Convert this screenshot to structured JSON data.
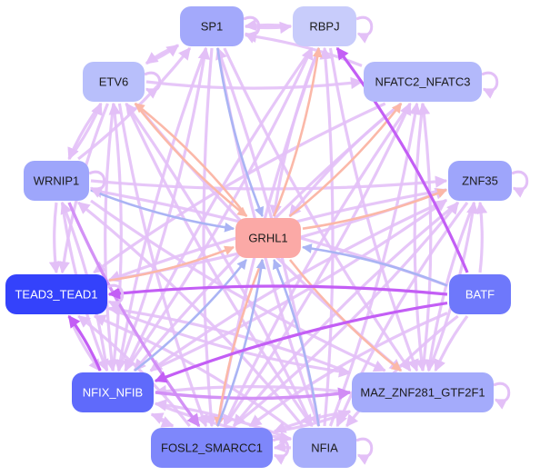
{
  "diagram": {
    "type": "regulatory-network",
    "colors": {
      "edge_light": "#e3c0f7",
      "edge_mid": "#d18cf5",
      "edge_strong": "#c35ef5",
      "edge_blue": "#aab4f4",
      "edge_salmon": "#fbb8a8"
    },
    "nodes": [
      {
        "id": "SP1",
        "label": "SP1",
        "fill": "#a3a9fb",
        "text_color": "#1b1b1b"
      },
      {
        "id": "RBPJ",
        "label": "RBPJ",
        "fill": "#c8ccfb",
        "text_color": "#1b1b1b"
      },
      {
        "id": "ETV6",
        "label": "ETV6",
        "fill": "#b8bffb",
        "text_color": "#1b1b1b"
      },
      {
        "id": "NFATC2_NFATC3",
        "label": "NFATC2_NFATC3",
        "fill": "#b3b9fb",
        "text_color": "#1b1b1b"
      },
      {
        "id": "WRNIP1",
        "label": "WRNIP1",
        "fill": "#9ea6fb",
        "text_color": "#1b1b1b"
      },
      {
        "id": "ZNF35",
        "label": "ZNF35",
        "fill": "#9ea5fb",
        "text_color": "#1b1b1b"
      },
      {
        "id": "GRHL1",
        "label": "GRHL1",
        "fill": "#fba9a6",
        "text_color": "#1b1b1b"
      },
      {
        "id": "TEAD3_TEAD1",
        "label": "TEAD3_TEAD1",
        "fill": "#3442fb",
        "text_color": "#ffffff"
      },
      {
        "id": "BATF",
        "label": "BATF",
        "fill": "#6e78fb",
        "text_color": "#ffffff"
      },
      {
        "id": "NFIX_NFIB",
        "label": "NFIX_NFIB",
        "fill": "#5f6afb",
        "text_color": "#ffffff"
      },
      {
        "id": "MAZ_ZNF281_GTF2F1",
        "label": "MAZ_ZNF281_GTF2F1",
        "fill": "#a4abfb",
        "text_color": "#1b1b1b"
      },
      {
        "id": "FOSL2_SMARCC1",
        "label": "FOSL2_SMARCC1",
        "fill": "#7e87fb",
        "text_color": "#1b1b1b"
      },
      {
        "id": "NFIA",
        "label": "NFIA",
        "fill": "#a8aefb",
        "text_color": "#1b1b1b"
      }
    ],
    "edges": [
      {
        "from": "SP1",
        "to": "RBPJ",
        "style": "light"
      },
      {
        "from": "SP1",
        "to": "ETV6",
        "style": "light"
      },
      {
        "from": "SP1",
        "to": "GRHL1",
        "style": "blue"
      },
      {
        "from": "SP1",
        "to": "FOSL2_SMARCC1",
        "style": "light"
      },
      {
        "from": "SP1",
        "to": "NFIA",
        "style": "light"
      },
      {
        "from": "SP1",
        "to": "MAZ_ZNF281_GTF2F1",
        "style": "light"
      },
      {
        "from": "SP1",
        "to": "NFIX_NFIB",
        "style": "light"
      },
      {
        "from": "RBPJ",
        "to": "SP1",
        "style": "light"
      },
      {
        "from": "RBPJ",
        "to": "GRHL1",
        "style": "light"
      },
      {
        "from": "RBPJ",
        "to": "NFIX_NFIB",
        "style": "light"
      },
      {
        "from": "RBPJ",
        "to": "MAZ_ZNF281_GTF2F1",
        "style": "light"
      },
      {
        "from": "RBPJ",
        "to": "FOSL2_SMARCC1",
        "style": "light"
      },
      {
        "from": "GRHL1",
        "to": "RBPJ",
        "style": "salmon"
      },
      {
        "from": "ETV6",
        "to": "SP1",
        "style": "light"
      },
      {
        "from": "ETV6",
        "to": "NFIX_NFIB",
        "style": "light"
      },
      {
        "from": "ETV6",
        "to": "WRNIP1",
        "style": "light"
      },
      {
        "from": "ETV6",
        "to": "TEAD3_TEAD1",
        "style": "light"
      },
      {
        "from": "ETV6",
        "to": "MAZ_ZNF281_GTF2F1",
        "style": "light"
      },
      {
        "from": "ETV6",
        "to": "NFIA",
        "style": "light"
      },
      {
        "from": "ETV6",
        "to": "FOSL2_SMARCC1",
        "style": "light"
      },
      {
        "from": "ETV6",
        "to": "NFATC2_NFATC3",
        "style": "light"
      },
      {
        "from": "GRHL1",
        "to": "ETV6",
        "style": "salmon"
      },
      {
        "from": "NFATC2_NFATC3",
        "to": "GRHL1",
        "style": "light"
      },
      {
        "from": "NFATC2_NFATC3",
        "to": "FOSL2_SMARCC1",
        "style": "light"
      },
      {
        "from": "NFATC2_NFATC3",
        "to": "NFIX_NFIB",
        "style": "light"
      },
      {
        "from": "NFATC2_NFATC3",
        "to": "MAZ_ZNF281_GTF2F1",
        "style": "light"
      },
      {
        "from": "NFATC2_NFATC3",
        "to": "TEAD3_TEAD1",
        "style": "light"
      },
      {
        "from": "NFATC2_NFATC3",
        "to": "SP1",
        "style": "light"
      },
      {
        "from": "GRHL1",
        "to": "NFATC2_NFATC3",
        "style": "salmon"
      },
      {
        "from": "WRNIP1",
        "to": "GRHL1",
        "style": "blue"
      },
      {
        "from": "WRNIP1",
        "to": "TEAD3_TEAD1",
        "style": "light"
      },
      {
        "from": "WRNIP1",
        "to": "NFIX_NFIB",
        "style": "light"
      },
      {
        "from": "WRNIP1",
        "to": "FOSL2_SMARCC1",
        "style": "mid"
      },
      {
        "from": "WRNIP1",
        "to": "MAZ_ZNF281_GTF2F1",
        "style": "light"
      },
      {
        "from": "WRNIP1",
        "to": "ETV6",
        "style": "light"
      },
      {
        "from": "WRNIP1",
        "to": "SP1",
        "style": "light"
      },
      {
        "from": "WRNIP1",
        "to": "ZNF35",
        "style": "light"
      },
      {
        "from": "ZNF35",
        "to": "NFIX_NFIB",
        "style": "light"
      },
      {
        "from": "ZNF35",
        "to": "MAZ_ZNF281_GTF2F1",
        "style": "light"
      },
      {
        "from": "ZNF35",
        "to": "NFIA",
        "style": "light"
      },
      {
        "from": "ZNF35",
        "to": "FOSL2_SMARCC1",
        "style": "light"
      },
      {
        "from": "ZNF35",
        "to": "TEAD3_TEAD1",
        "style": "light"
      },
      {
        "from": "GRHL1",
        "to": "ZNF35",
        "style": "salmon"
      },
      {
        "from": "BATF",
        "to": "GRHL1",
        "style": "blue"
      },
      {
        "from": "BATF",
        "to": "RBPJ",
        "style": "strong"
      },
      {
        "from": "BATF",
        "to": "TEAD3_TEAD1",
        "style": "strong"
      },
      {
        "from": "BATF",
        "to": "NFIX_NFIB",
        "style": "strong"
      },
      {
        "from": "BATF",
        "to": "MAZ_ZNF281_GTF2F1",
        "style": "light"
      },
      {
        "from": "BATF",
        "to": "ZNF35",
        "style": "light"
      },
      {
        "from": "BATF",
        "to": "NFIA",
        "style": "light"
      },
      {
        "from": "BATF",
        "to": "FOSL2_SMARCC1",
        "style": "light"
      },
      {
        "from": "BATF",
        "to": "WRNIP1",
        "style": "light"
      },
      {
        "from": "TEAD3_TEAD1",
        "to": "GRHL1",
        "style": "salmon"
      },
      {
        "from": "TEAD3_TEAD1",
        "to": "NFIX_NFIB",
        "style": "light"
      },
      {
        "from": "TEAD3_TEAD1",
        "to": "ZNF35",
        "style": "light"
      },
      {
        "from": "NFIX_NFIB",
        "to": "TEAD3_TEAD1",
        "style": "strong"
      },
      {
        "from": "NFIX_NFIB",
        "to": "MAZ_ZNF281_GTF2F1",
        "style": "mid"
      },
      {
        "from": "NFIX_NFIB",
        "to": "GRHL1",
        "style": "blue"
      },
      {
        "from": "NFIX_NFIB",
        "to": "FOSL2_SMARCC1",
        "style": "light"
      },
      {
        "from": "NFIX_NFIB",
        "to": "NFIA",
        "style": "light"
      },
      {
        "from": "NFIX_NFIB",
        "to": "WRNIP1",
        "style": "light"
      },
      {
        "from": "NFIX_NFIB",
        "to": "ETV6",
        "style": "light"
      },
      {
        "from": "NFIX_NFIB",
        "to": "SP1",
        "style": "light"
      },
      {
        "from": "NFIX_NFIB",
        "to": "ZNF35",
        "style": "light"
      },
      {
        "from": "MAZ_ZNF281_GTF2F1",
        "to": "NFIX_NFIB",
        "style": "light"
      },
      {
        "from": "MAZ_ZNF281_GTF2F1",
        "to": "FOSL2_SMARCC1",
        "style": "light"
      },
      {
        "from": "MAZ_ZNF281_GTF2F1",
        "to": "ZNF35",
        "style": "light"
      },
      {
        "from": "MAZ_ZNF281_GTF2F1",
        "to": "NFATC2_NFATC3",
        "style": "light"
      },
      {
        "from": "MAZ_ZNF281_GTF2F1",
        "to": "TEAD3_TEAD1",
        "style": "light"
      },
      {
        "from": "GRHL1",
        "to": "MAZ_ZNF281_GTF2F1",
        "style": "salmon"
      },
      {
        "from": "FOSL2_SMARCC1",
        "to": "GRHL1",
        "style": "blue"
      },
      {
        "from": "FOSL2_SMARCC1",
        "to": "NFIX_NFIB",
        "style": "light"
      },
      {
        "from": "FOSL2_SMARCC1",
        "to": "MAZ_ZNF281_GTF2F1",
        "style": "light"
      },
      {
        "from": "FOSL2_SMARCC1",
        "to": "TEAD3_TEAD1",
        "style": "light"
      },
      {
        "from": "FOSL2_SMARCC1",
        "to": "ZNF35",
        "style": "light"
      },
      {
        "from": "FOSL2_SMARCC1",
        "to": "NFATC2_NFATC3",
        "style": "light"
      },
      {
        "from": "GRHL1",
        "to": "FOSL2_SMARCC1",
        "style": "salmon"
      },
      {
        "from": "NFIA",
        "to": "GRHL1",
        "style": "blue"
      },
      {
        "from": "NFIA",
        "to": "NFIX_NFIB",
        "style": "light"
      },
      {
        "from": "NFIA",
        "to": "FOSL2_SMARCC1",
        "style": "light"
      },
      {
        "from": "NFIA",
        "to": "TEAD3_TEAD1",
        "style": "light"
      },
      {
        "from": "NFIA",
        "to": "SP1",
        "style": "light"
      },
      {
        "from": "NFIA",
        "to": "RBPJ",
        "style": "light"
      },
      {
        "from": "NFIA",
        "to": "ETV6",
        "style": "light"
      },
      {
        "from": "NFIA",
        "to": "WRNIP1",
        "style": "light"
      },
      {
        "from": "NFIA",
        "to": "NFATC2_NFATC3",
        "style": "light"
      },
      {
        "from": "TEAD3_TEAD1",
        "to": "MAZ_ZNF281_GTF2F1",
        "style": "light"
      },
      {
        "from": "ETV6",
        "to": "GRHL1",
        "style": "salmon"
      },
      {
        "from": "NFIX_NFIB",
        "to": "RBPJ",
        "style": "light"
      }
    ],
    "self_loops": [
      "SP1",
      "RBPJ",
      "ETV6",
      "NFATC2_NFATC3",
      "WRNIP1",
      "ZNF35",
      "TEAD3_TEAD1",
      "MAZ_ZNF281_GTF2F1",
      "FOSL2_SMARCC1",
      "NFIA"
    ]
  }
}
